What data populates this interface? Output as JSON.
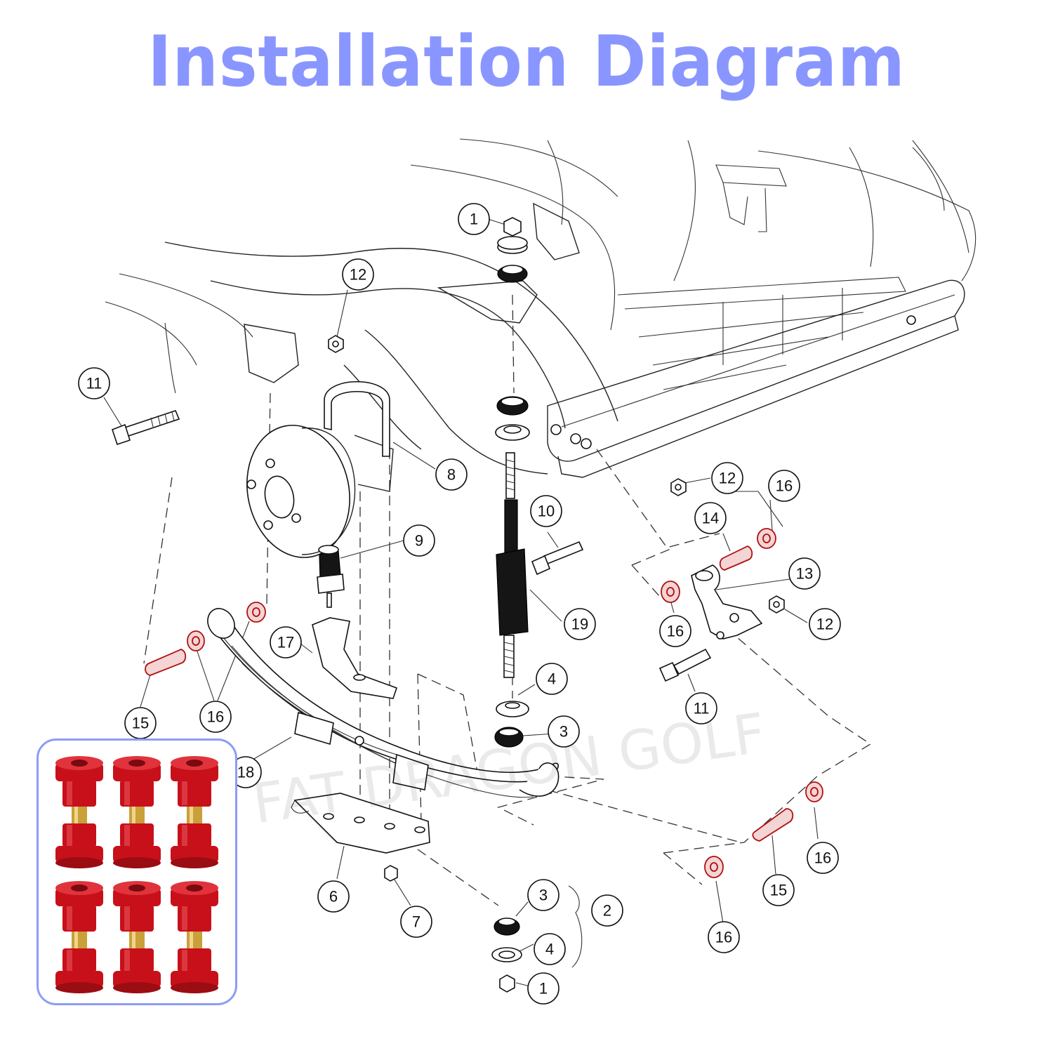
{
  "title": "Installation Diagram",
  "watermark": "FAT DRAGON GOLF",
  "callouts": [
    "1",
    "12",
    "11",
    "8",
    "9",
    "10",
    "12",
    "14",
    "16",
    "13",
    "16",
    "12",
    "19",
    "17",
    "16",
    "15",
    "11",
    "4",
    "3",
    "18",
    "16",
    "15",
    "6",
    "7",
    "3",
    "2",
    "4",
    "1",
    "16"
  ],
  "inset": {
    "bushing_rows": 2,
    "bushings_per_row": 3,
    "bushing_color": "#c8101a",
    "sleeve_color": "#c9a03a"
  },
  "colors": {
    "title": "#8a96ff",
    "inset_border": "#8e9cf5",
    "highlight_part": "#b01010"
  }
}
